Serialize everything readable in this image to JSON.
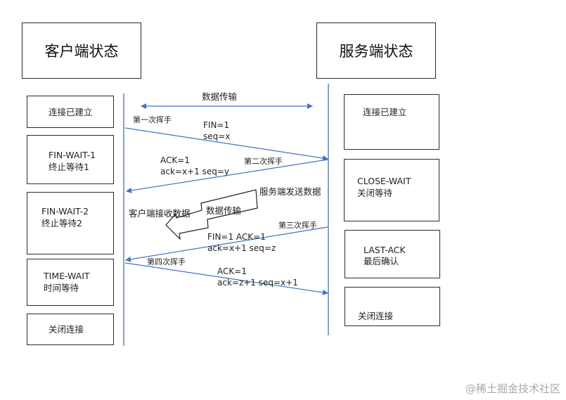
{
  "headers": {
    "client": "客户端状态",
    "server": "服务端状态"
  },
  "client_states": [
    {
      "line1": "连接已建立",
      "line2": ""
    },
    {
      "line1": "FIN-WAIT-1",
      "line2": "终止等待1"
    },
    {
      "line1": "FIN-WAIT-2",
      "line2": "终止等待2"
    },
    {
      "line1": "TIME-WAIT",
      "line2": "时间等待"
    },
    {
      "line1": "关闭连接",
      "line2": ""
    }
  ],
  "server_states": [
    {
      "line1": "连接已建立",
      "line2": ""
    },
    {
      "line1": "CLOSE-WAIT",
      "line2": "关闭等待"
    },
    {
      "line1": "LAST-ACK",
      "line2": "最后确认"
    },
    {
      "line1": "关闭连接",
      "line2": ""
    }
  ],
  "messages": {
    "data_transfer": "数据传输",
    "handshake1": {
      "label": "第一次挥手",
      "line1": "FIN=1",
      "line2": "seq=x"
    },
    "handshake2": {
      "label": "第二次挥手",
      "line1": "ACK=1",
      "line2": "ack=x+1 seq=y"
    },
    "server_sends": "服务端发送数据",
    "client_receives": "客户端接收数据",
    "data_transfer_arrow": "数据传输",
    "handshake3": {
      "label": "第三次挥手",
      "line1": "FIN=1 ACK=1",
      "line2": "ack=x+1 seq=z"
    },
    "handshake4": {
      "label": "第四次挥手",
      "line1": "ACK=1",
      "line2": "ack=z+1 seq=x+1"
    }
  },
  "watermark": "@稀土掘金技术社区",
  "colors": {
    "arrow": "#4472c4",
    "box_border": "#2b2b2b",
    "watermark": "#a8a8a8"
  }
}
